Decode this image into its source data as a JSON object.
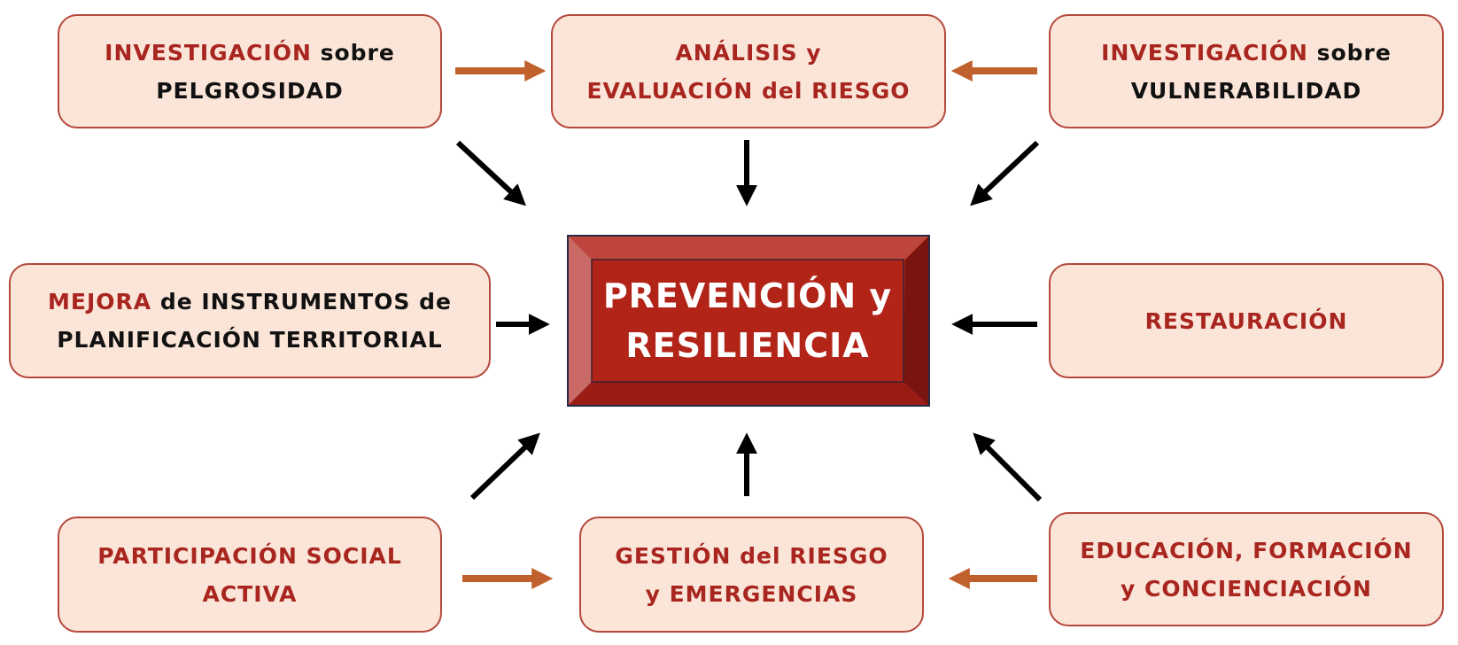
{
  "colors": {
    "accent_red": "#a8261f",
    "box_fill": "#fbe5d8",
    "center_fill": "#b22418",
    "orange_arrow": "#c0612d",
    "black_arrow": "#000000"
  },
  "center": {
    "line1": "PREVENCIÓN y",
    "line2": "RESILIENCIA"
  },
  "boxes": {
    "hazard": {
      "a": "INVESTIGACIÓN",
      "b": " sobre",
      "c": "PELGROSIDAD"
    },
    "analysis": {
      "a": "ANÁLISIS y",
      "b": "EVALUACIÓN del RIESGO"
    },
    "vulnerability": {
      "a": "INVESTIGACIÓN",
      "b": " sobre",
      "c": "VULNERABILIDAD"
    },
    "planning": {
      "a": "MEJORA",
      "b": " de INSTRUMENTOS de",
      "c": "PLANIFICACIÓN TERRITORIAL"
    },
    "restoration": {
      "a": "RESTAURACIÓN"
    },
    "participation": {
      "a": "PARTICIPACIÓN SOCIAL",
      "b": "ACTIVA"
    },
    "management": {
      "a": "GESTIÓN del RIESGO",
      "b": "y EMERGENCIAS"
    },
    "education": {
      "a": "EDUCACIÓN, FORMACIÓN",
      "b": "y CONCIENCIACIÓN"
    }
  }
}
